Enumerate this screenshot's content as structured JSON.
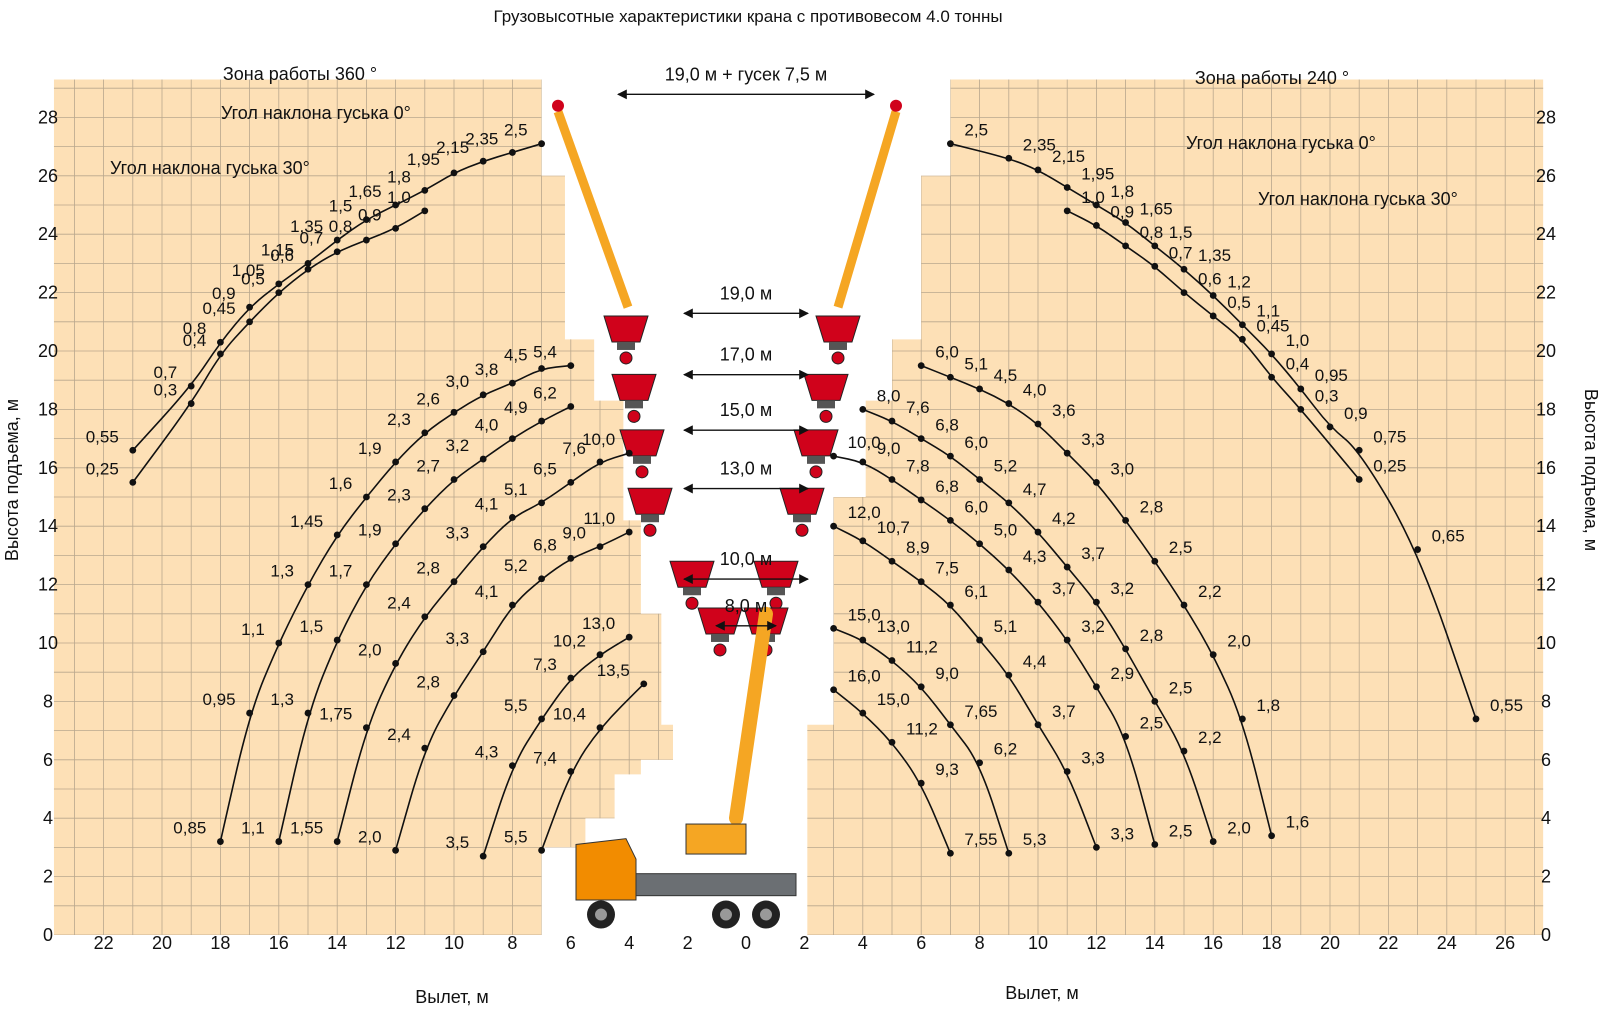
{
  "title": "Грузовысотные характеристики крана с противовесом 4.0 тонны",
  "zone_left": "Зона работы 360 °",
  "zone_right": "Зона работы 240 °",
  "ylabel": "Высота подъема, м",
  "xlabel": "Вылет, м",
  "jib_angle_0": "Угол наклона гуська 0°",
  "jib_angle_30": "Угол наклона гуська 30°",
  "colors": {
    "grid_bg": "#fde0b6",
    "grid_line": "#b9a78d",
    "curve": "#111111",
    "boom": "#f5a623",
    "hook": "#d0021b",
    "truck_cab": "#f28c00"
  },
  "chart_data": {
    "type": "line",
    "title": "Грузовысотные характеристики крана с противовесом 4.0 тонны",
    "xlabel": "Вылет, м",
    "ylabel": "Высота подъема, м",
    "ylim": [
      0,
      28
    ],
    "yticks": [
      0,
      2,
      4,
      6,
      8,
      10,
      12,
      14,
      16,
      18,
      20,
      22,
      24,
      26,
      28
    ],
    "xticks_left": [
      22,
      20,
      18,
      16,
      14,
      12,
      10,
      8,
      6,
      4,
      2,
      0
    ],
    "xticks_right": [
      2,
      4,
      6,
      8,
      10,
      12,
      14,
      16,
      18,
      20,
      22,
      24,
      26
    ],
    "grid": true,
    "series": [
      {
        "name": "19,0 м + гусек 7,5 м",
        "side": "left",
        "curve": "Угол наклона гуська 0°",
        "x": [
          21,
          19,
          18,
          17,
          16,
          15,
          14,
          13,
          12,
          11,
          10,
          9,
          8,
          7
        ],
        "y": [
          16.6,
          18.8,
          20.3,
          21.5,
          22.3,
          23.0,
          23.8,
          24.5,
          25.0,
          25.5,
          26.1,
          26.5,
          26.8,
          27.1
        ],
        "labels": [
          "0,55",
          "0,7",
          "0,8",
          "0,9",
          "1,05",
          "1,15",
          "1,35",
          "1,5",
          "1,65",
          "1,8",
          "1,95",
          "2,15",
          "2,35",
          "2,5"
        ]
      },
      {
        "name": "19,0 м + гусек 7,5 м",
        "side": "left",
        "curve": "Угол наклона гуська 30°",
        "x": [
          21,
          19,
          18,
          17,
          16,
          15,
          14,
          13,
          12,
          11
        ],
        "y": [
          15.5,
          18.2,
          19.9,
          21.0,
          22.0,
          22.8,
          23.4,
          23.8,
          24.2,
          24.8
        ],
        "labels": [
          "0,25",
          "0,3",
          "0,4",
          "0,45",
          "0,5",
          "0,6",
          "0,7",
          "0,8",
          "0,9",
          "1,0"
        ]
      },
      {
        "name": "19,0 м",
        "side": "left",
        "x": [
          18,
          17,
          16,
          15,
          14,
          13,
          12,
          11,
          10,
          9,
          8,
          7,
          6
        ],
        "y": [
          3.2,
          7.6,
          10.0,
          12.0,
          13.7,
          15.0,
          16.2,
          17.2,
          17.9,
          18.5,
          18.9,
          19.4,
          19.5
        ],
        "labels": [
          "0,85",
          "0,95",
          "1,1",
          "1,3",
          "1,45",
          "1,6",
          "1,9",
          "2,3",
          "2,6",
          "3,0",
          "3,8",
          "4,5",
          "5,4"
        ]
      },
      {
        "name": "17,0 м",
        "side": "left",
        "x": [
          16,
          15,
          14,
          13,
          12,
          11,
          10,
          9,
          8,
          7,
          6
        ],
        "y": [
          3.2,
          7.6,
          10.1,
          12.0,
          13.4,
          14.6,
          15.6,
          16.3,
          17.0,
          17.6,
          18.1
        ],
        "labels": [
          "1,1",
          "1,3",
          "1,5",
          "1,7",
          "1,9",
          "2,3",
          "2,7",
          "3,2",
          "4,0",
          "4,9",
          "6,2"
        ]
      },
      {
        "name": "15,0 м",
        "side": "left",
        "x": [
          14,
          13,
          12,
          11,
          10,
          9,
          8,
          7,
          6,
          5,
          4
        ],
        "y": [
          3.2,
          7.1,
          9.3,
          10.9,
          12.1,
          13.3,
          14.3,
          14.8,
          15.5,
          16.2,
          16.5
        ],
        "labels": [
          "1,55",
          "1,75",
          "2,0",
          "2,4",
          "2,8",
          "3,3",
          "4,1",
          "5,1",
          "6,5",
          "7,6",
          "10,0"
        ]
      },
      {
        "name": "13,0 м",
        "side": "left",
        "x": [
          12,
          11,
          10,
          9,
          8,
          7,
          6,
          5,
          4
        ],
        "y": [
          2.9,
          6.4,
          8.2,
          9.7,
          11.3,
          12.2,
          12.9,
          13.3,
          13.8
        ],
        "labels": [
          "2,0",
          "2,4",
          "2,8",
          "3,3",
          "4,1",
          "5,2",
          "6,8",
          "9,0",
          "11,0"
        ]
      },
      {
        "name": "10,0 м",
        "side": "left",
        "x": [
          9,
          8,
          7,
          6,
          5,
          4
        ],
        "y": [
          2.7,
          5.8,
          7.4,
          8.8,
          9.6,
          10.2
        ],
        "labels": [
          "3,5",
          "4,3",
          "5,5",
          "7,3",
          "10,2",
          "13,0"
        ]
      },
      {
        "name": "8,0 м",
        "side": "left",
        "x": [
          7,
          6,
          5,
          3.5
        ],
        "y": [
          2.9,
          5.6,
          7.1,
          8.6
        ],
        "labels": [
          "5,5",
          "7,4",
          "10,4",
          "13,5"
        ]
      },
      {
        "name": "19,0 м + гусек 7,5 м",
        "side": "right",
        "curve": "Угол наклона гуська 0°",
        "x": [
          7,
          9,
          10,
          11,
          12,
          13,
          14,
          15,
          16,
          17,
          18,
          19,
          20,
          21,
          23,
          25
        ],
        "y": [
          27.1,
          26.6,
          26.2,
          25.6,
          25.0,
          24.4,
          23.6,
          22.8,
          21.9,
          20.9,
          19.9,
          18.7,
          17.4,
          16.6,
          13.2,
          7.4
        ],
        "labels": [
          "2,5",
          "2,35",
          "2,15",
          "1,95",
          "1,8",
          "1,65",
          "1,5",
          "1,35",
          "1,2",
          "1,1",
          "1,0",
          "0,95",
          "0,9",
          "0,75",
          "0,65",
          "0,55"
        ]
      },
      {
        "name": "19,0 м + гусек 7,5 м",
        "side": "right",
        "curve": "Угол наклона гуська 30°",
        "x": [
          11,
          12,
          13,
          14,
          15,
          16,
          17,
          18,
          19,
          21
        ],
        "y": [
          24.8,
          24.3,
          23.6,
          22.9,
          22.0,
          21.2,
          20.4,
          19.1,
          18.0,
          15.6
        ],
        "labels": [
          "1,0",
          "0,9",
          "0,8",
          "0,7",
          "0,6",
          "0,5",
          "0,45",
          "0,4",
          "0,3",
          "0,25"
        ]
      },
      {
        "name": "19,0 м",
        "side": "right",
        "x": [
          6,
          7,
          8,
          9,
          10,
          11,
          12,
          13,
          14,
          15,
          16,
          17,
          18
        ],
        "y": [
          19.5,
          19.1,
          18.7,
          18.2,
          17.5,
          16.5,
          15.5,
          14.2,
          12.8,
          11.3,
          9.6,
          7.4,
          3.4
        ],
        "labels": [
          "6,0",
          "5,1",
          "4,5",
          "4,0",
          "3,6",
          "3,3",
          "3,0",
          "2,8",
          "2,5",
          "2,2",
          "2,0",
          "1,8",
          "1,6"
        ]
      },
      {
        "name": "17,0 м",
        "side": "right",
        "x": [
          4,
          5,
          6,
          7,
          8,
          9,
          10,
          11,
          12,
          13,
          14,
          15,
          16
        ],
        "y": [
          18.0,
          17.6,
          17.0,
          16.4,
          15.6,
          14.8,
          13.8,
          12.6,
          11.4,
          9.8,
          8.0,
          6.3,
          3.2
        ],
        "labels": [
          "8,0",
          "7,6",
          "6,8",
          "6,0",
          "5,2",
          "4,7",
          "4,2",
          "3,7",
          "3,2",
          "2,8",
          "2,5",
          "2,2",
          "2,0"
        ]
      },
      {
        "name": "15,0 м",
        "side": "right",
        "x": [
          3,
          4,
          5,
          6,
          7,
          8,
          9,
          10,
          11,
          12,
          13,
          14
        ],
        "y": [
          16.4,
          16.2,
          15.6,
          14.9,
          14.2,
          13.4,
          12.5,
          11.4,
          10.1,
          8.5,
          6.8,
          3.1
        ],
        "labels": [
          "10,0",
          "9,0",
          "7,8",
          "6,8",
          "6,0",
          "5,0",
          "4,3",
          "3,7",
          "3,2",
          "2,9",
          "2,5",
          "2,5"
        ]
      },
      {
        "name": "13,0 м",
        "side": "right",
        "x": [
          3,
          4,
          5,
          6,
          7,
          8,
          9,
          10,
          11,
          12
        ],
        "y": [
          14.0,
          13.5,
          12.8,
          12.1,
          11.3,
          10.1,
          8.9,
          7.2,
          5.6,
          3.0
        ],
        "labels": [
          "12,0",
          "10,7",
          "8,9",
          "7,5",
          "6,1",
          "5,1",
          "4,4",
          "3,7",
          "3,3",
          "3,3"
        ]
      },
      {
        "name": "10,0 м",
        "side": "right",
        "x": [
          3,
          4,
          5,
          6,
          7,
          8,
          9
        ],
        "y": [
          10.5,
          10.1,
          9.4,
          8.5,
          7.2,
          5.9,
          2.8
        ],
        "labels": [
          "15,0",
          "13,0",
          "11,2",
          "9,0",
          "7,65",
          "6,2",
          "5,3"
        ]
      },
      {
        "name": "8,0 м",
        "side": "right",
        "x": [
          3,
          4,
          5,
          6,
          7
        ],
        "y": [
          8.4,
          7.6,
          6.6,
          5.2,
          2.8
        ],
        "labels": [
          "16,0",
          "15,0",
          "11,2",
          "9,3",
          "7,55"
        ]
      }
    ],
    "boom_labels": [
      {
        "text": "19,0 м + гусек 7,5 м",
        "y": 29.2
      },
      {
        "text": "19,0 м",
        "y": 21.7
      },
      {
        "text": "17,0 м",
        "y": 19.6
      },
      {
        "text": "15,0 м",
        "y": 17.7
      },
      {
        "text": "13,0 м",
        "y": 15.7
      },
      {
        "text": "10,0 м",
        "y": 12.6
      },
      {
        "text": "8,0 м",
        "y": 11.0
      }
    ]
  }
}
